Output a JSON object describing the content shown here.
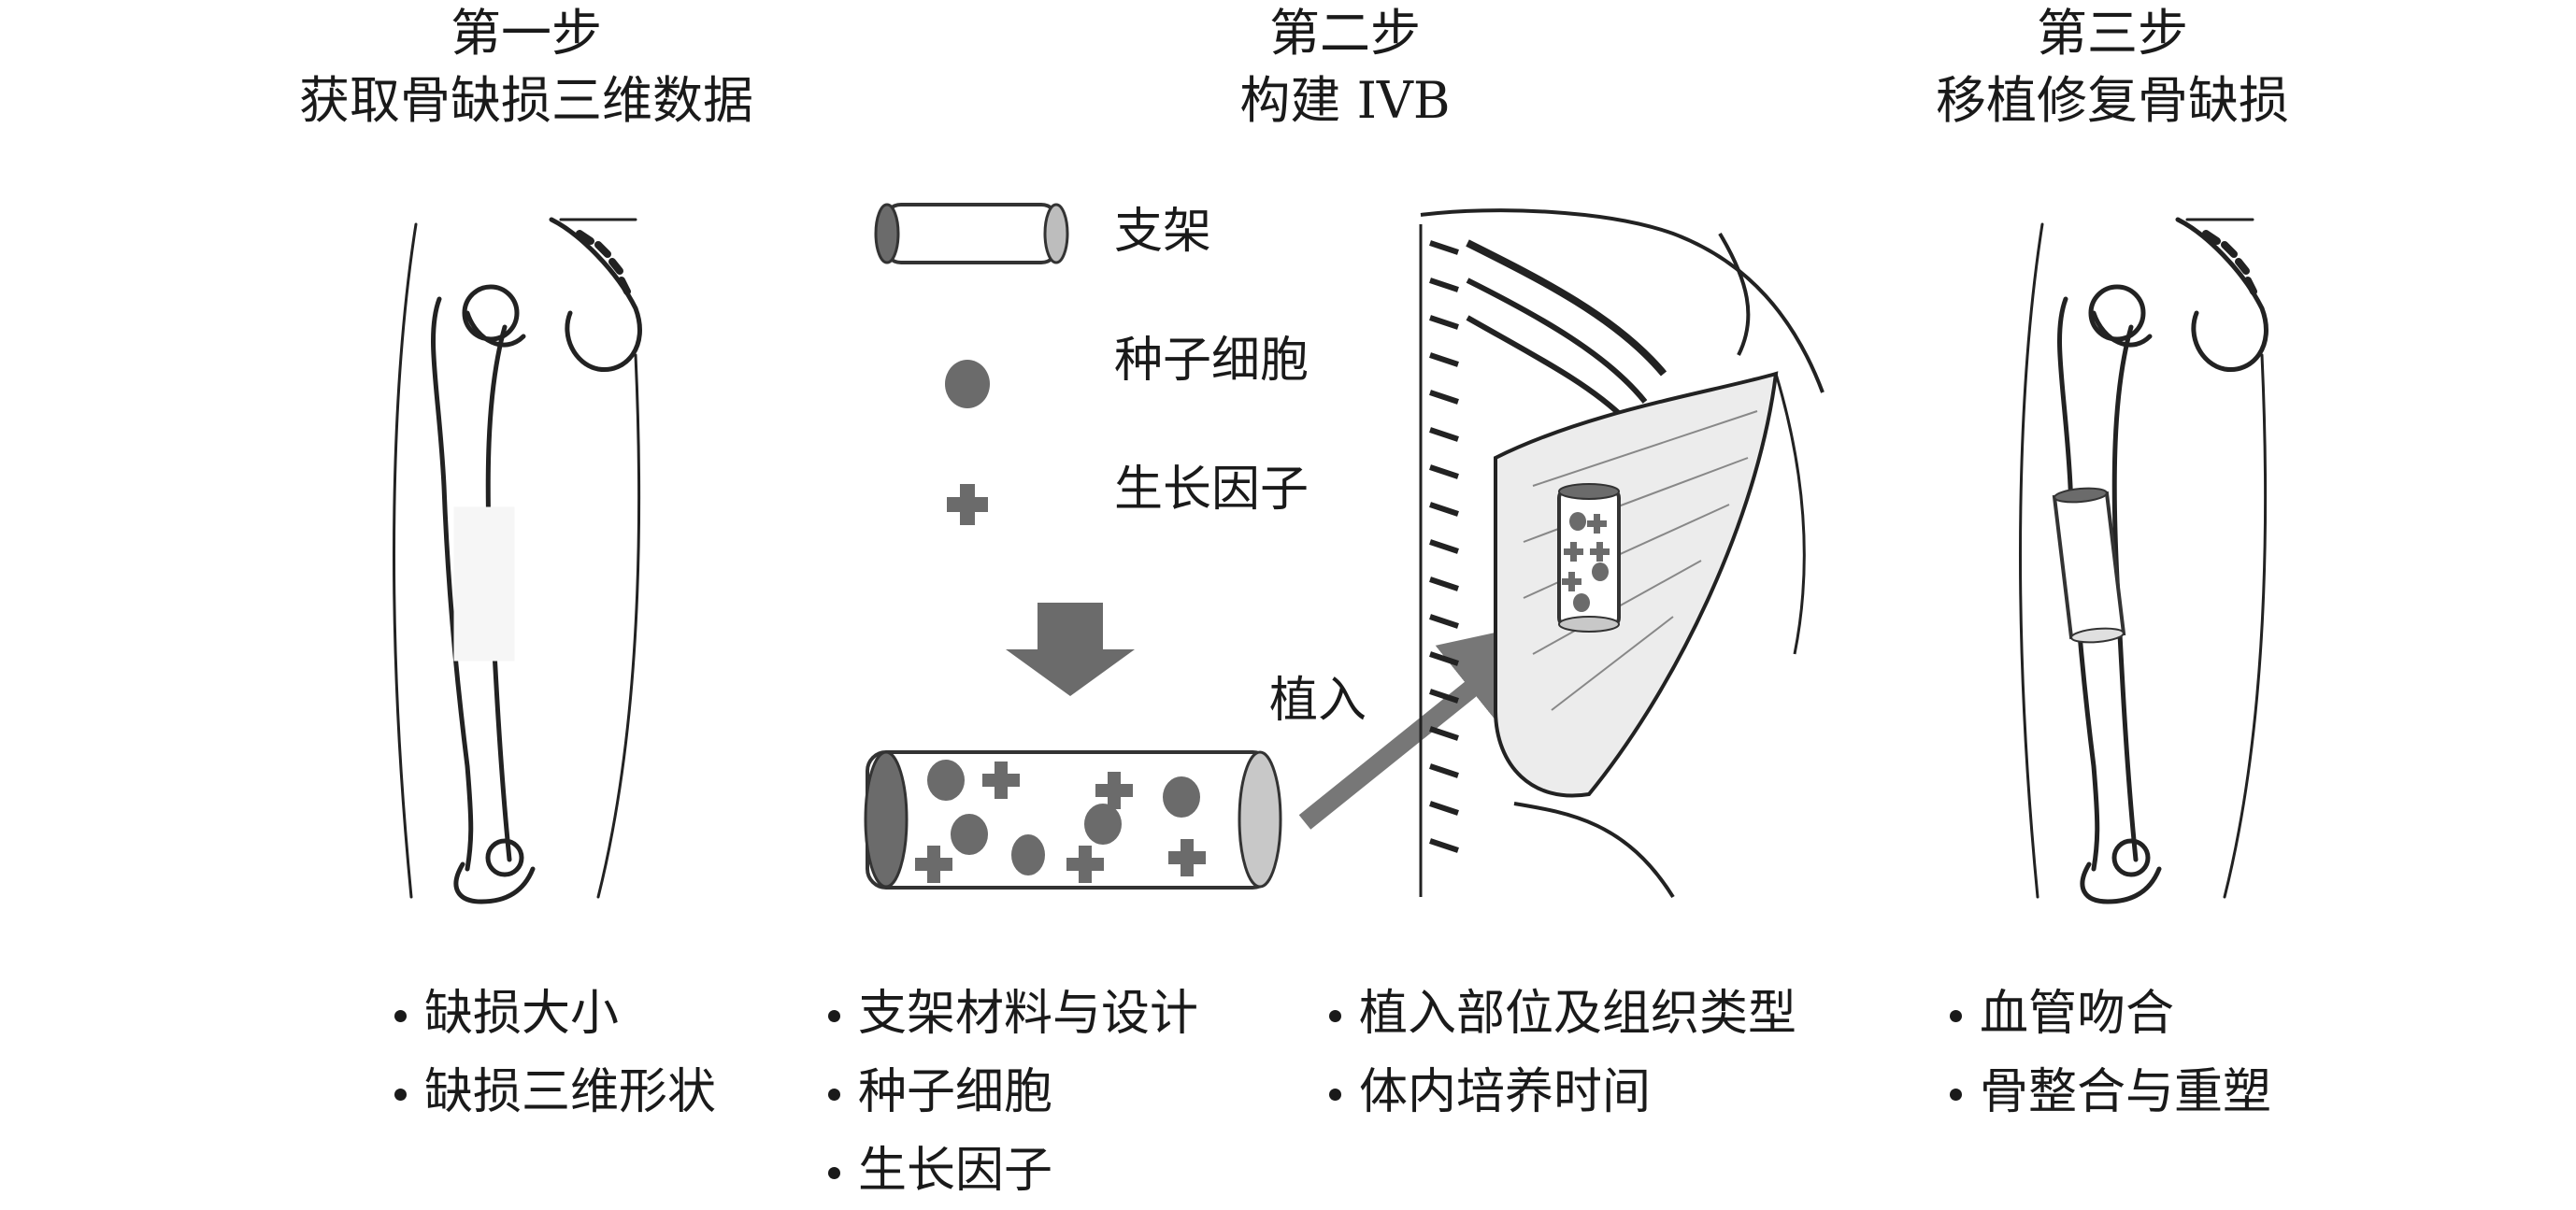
{
  "steps": [
    {
      "title": "第一步",
      "subtitle": "获取骨缺损三维数据"
    },
    {
      "title": "第二步",
      "subtitle": "构建 IVB"
    },
    {
      "title": "第三步",
      "subtitle": "移植修复骨缺损"
    }
  ],
  "legend": {
    "scaffold": "支架",
    "seed_cells": "种子细胞",
    "growth_factor": "生长因子"
  },
  "implant_label": "植入",
  "bullet_groups": [
    [
      "缺损大小",
      "缺损三维形状"
    ],
    [
      "支架材料与设计",
      "种子细胞",
      "生长因子"
    ],
    [
      "植入部位及组织类型",
      "体内培养时间"
    ],
    [
      "血管吻合",
      "骨整合与重塑"
    ]
  ],
  "colors": {
    "cell": "#6b6b6b",
    "arrow": "#777777",
    "scaffold_end": "#bdbdbd",
    "line": "#222222"
  }
}
